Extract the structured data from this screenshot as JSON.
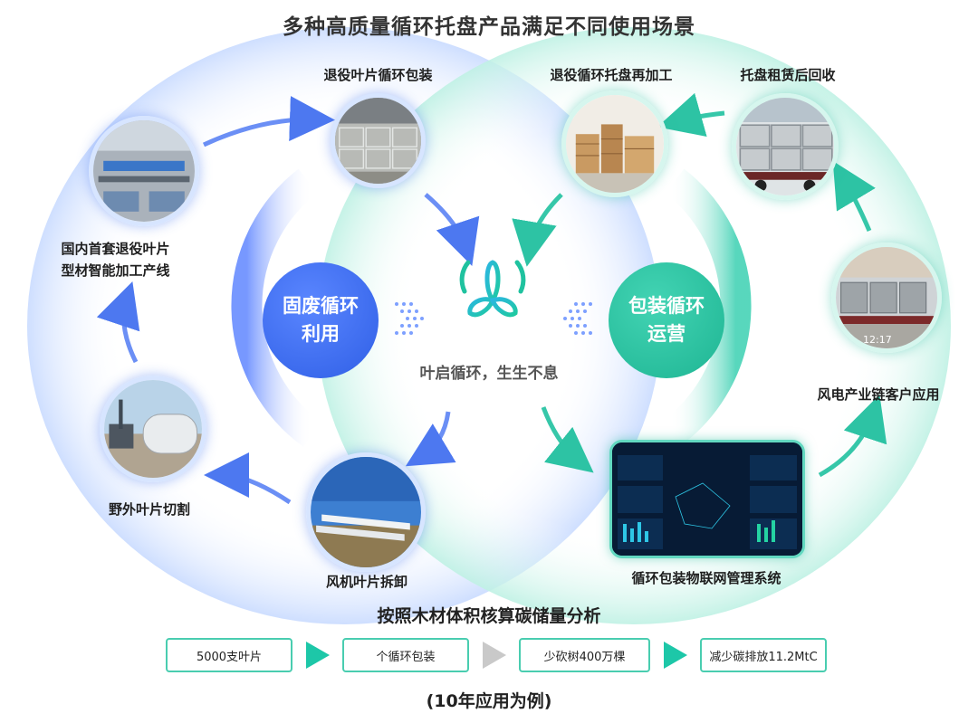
{
  "title": "多种高质量循环托盘产品满足不同使用场景",
  "hubs": {
    "left": {
      "line1": "固废循环",
      "line2": "利用"
    },
    "right": {
      "line1": "包装循环",
      "line2": "运营"
    }
  },
  "center_slogan": "叶启循环，生生不息",
  "nodes": {
    "blade_packaging": "退役叶片循环包装",
    "pallet_reprocess": "退役循环托盘再加工",
    "pallet_recycle": "托盘租赁后回收",
    "production_line_1": "国内首套退役叶片",
    "production_line_2": "型材智能加工产线",
    "wind_customer": "风电产业链客户应用",
    "field_cutting": "野外叶片切割",
    "blade_removal": "风机叶片拆卸",
    "iot_system": "循环包装物联网管理系统"
  },
  "photo_timestamp": "12:17",
  "analysis_title": "按照木材体积核算碳储量分析",
  "flow_steps": [
    "5000支叶片",
    "个循环包装",
    "少砍树400万棵",
    "减少碳排放11.2MtC"
  ],
  "footnote": "(10年应用为例)",
  "colors": {
    "blue": "#2f5fe6",
    "teal": "#1eb593",
    "box_border": "#49cdb0",
    "chevron_teal": "#1dc7a8",
    "chevron_gray": "#c9c9c9"
  },
  "icons": [
    "turbine-logo-icon",
    "arrow-icon",
    "chevron-right-icon",
    "dot-chevron-icon"
  ]
}
